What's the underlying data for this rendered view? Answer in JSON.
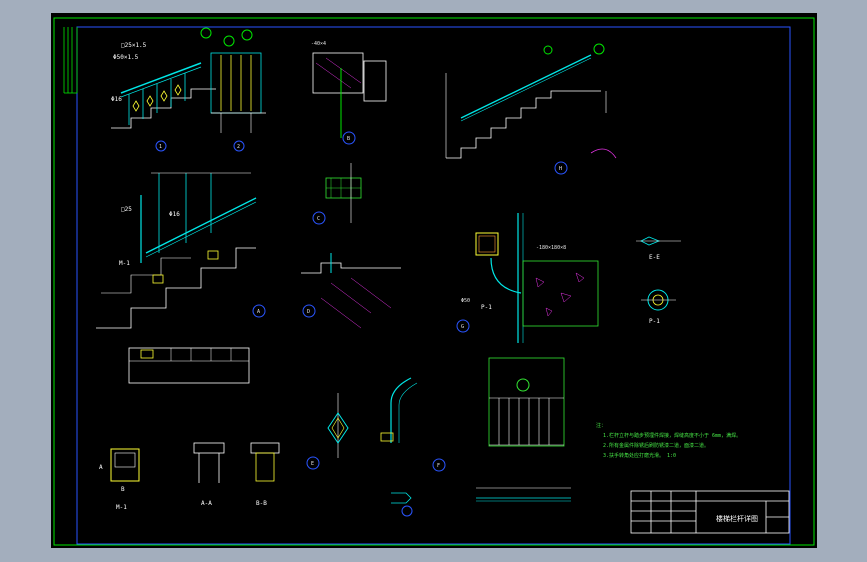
{
  "colors": {
    "background": "#a3aebd",
    "sheet": "#000000",
    "border_outer": "#00e600",
    "border_inner": "#2a55ff",
    "cyan": "#00e6e6",
    "yellow": "#ffff33",
    "white": "#ffffff",
    "green": "#33e633",
    "magenta": "#e633e6",
    "blue": "#3366ff"
  },
  "labels": {
    "d1_post": "□25×1.5",
    "d1_rail": "Φ50×1.5",
    "d1_bar": "Φ16",
    "d1_mark1": "1",
    "d1_mark2": "2",
    "d2_top": "-40×4",
    "d3_mark": "B",
    "d4_mark": "A",
    "d4_rail": "□25",
    "d4_tube": "Φ16",
    "d4_m": "M-1",
    "d5_mark": "C",
    "d6_mark": "D",
    "d7_mark": "H",
    "d8_mark": "G",
    "d8_plate": "-180×180×8",
    "d8_bolt": "Φ50",
    "d8_p": "P-1",
    "e_mark": "E",
    "f_mark": "F",
    "sec_m1": "M-1",
    "sec_aa": "A-A",
    "sec_bb": "B-B",
    "sec_a": "A",
    "sec_b": "B",
    "det_ee": "E-E",
    "det_p1": "P-1",
    "note_head": "注：",
    "note_1": "1.栏杆立杆与踏步预埋件焊接，焊缝高度不小于 6mm，满焊。",
    "note_2": "2.所有金属件除锈后刷防锈漆二道，面漆二道。",
    "note_3": "3.扶手转角处应打磨光滑。 1:0",
    "title_block": "楼梯栏杆详图"
  }
}
